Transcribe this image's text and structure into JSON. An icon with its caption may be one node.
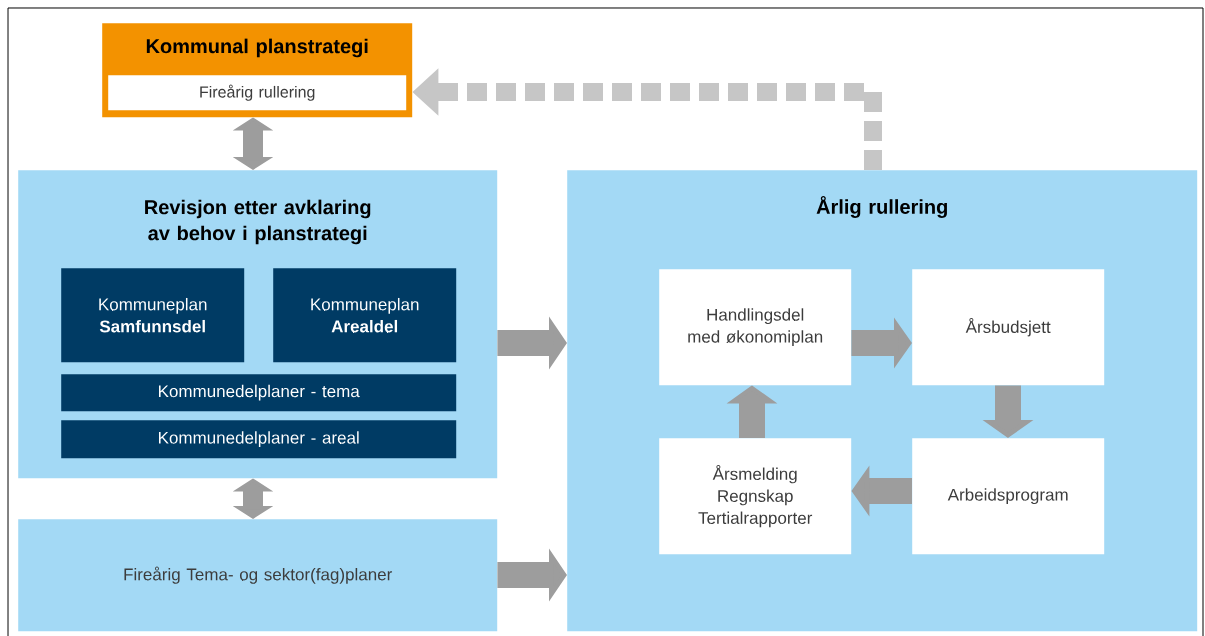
{
  "diagram": {
    "nodes": [
      {
        "text": [
          "Kommunal planstrategi"
        ]
      },
      {
        "text": [
          "Fireårig rullering"
        ],
        "in": 0
      },
      {
        "text": [
          "Revisjon etter avklaring av behov i planstrategi"
        ]
      },
      {
        "text": [
          "Kommuneplan **Samfunnsdel**"
        ],
        "in": 2
      },
      {
        "text": [
          "Kommuneplan **Arealdel**"
        ],
        "in": 2
      },
      {
        "text": [
          "Kommunedelplaner - tema"
        ],
        "in": 2
      },
      {
        "text": [
          "Kommunedelplaner - areal"
        ],
        "in": 2
      },
      {
        "text": [
          "Fireårig Tema- og sektor(fag)planer"
        ]
      },
      {
        "text": [
          "Årlig rullering"
        ]
      },
      {
        "text": [
          "Handlingsdel med økonomiplan"
        ],
        "in": 8
      },
      {
        "text": [
          "Årsbudsjett"
        ],
        "in": 8
      },
      {
        "text": [
          "Årsmelding Regnskap Tertialrapporter"
        ],
        "in": 8
      },
      {
        "text": [
          "Arbeidsprogram"
        ],
        "in": 8
      }
    ],
    "edges": [
      {
        "from": 0,
        "to": 2,
        "arrow": "both"
      },
      {
        "from": 2,
        "to": 7,
        "arrow": "both"
      },
      {
        "from": 2,
        "to": 8,
        "arrow": "to"
      },
      {
        "from": 7,
        "to": 8,
        "arrow": "to"
      },
      {
        "from": 8,
        "to": 0,
        "arrow": "to",
        "style": "dashed",
        "color": "#c6c6c6"
      },
      {
        "from": 9,
        "to": 10,
        "arrow": "to"
      },
      {
        "from": 10,
        "to": 12,
        "arrow": "to"
      },
      {
        "from": 12,
        "to": 11,
        "arrow": "to"
      },
      {
        "from": 11,
        "to": 9,
        "arrow": "to"
      }
    ]
  }
}
